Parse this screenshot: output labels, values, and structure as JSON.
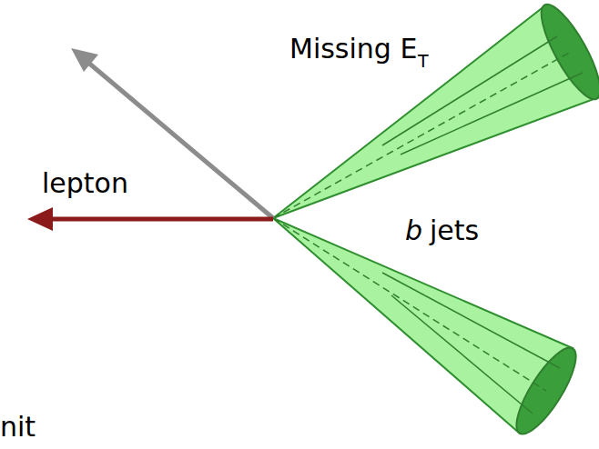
{
  "diagram": {
    "labels": [
      "Missing E",
      "T",
      "lepton",
      "b",
      "jets",
      "nit"
    ]
  }
}
